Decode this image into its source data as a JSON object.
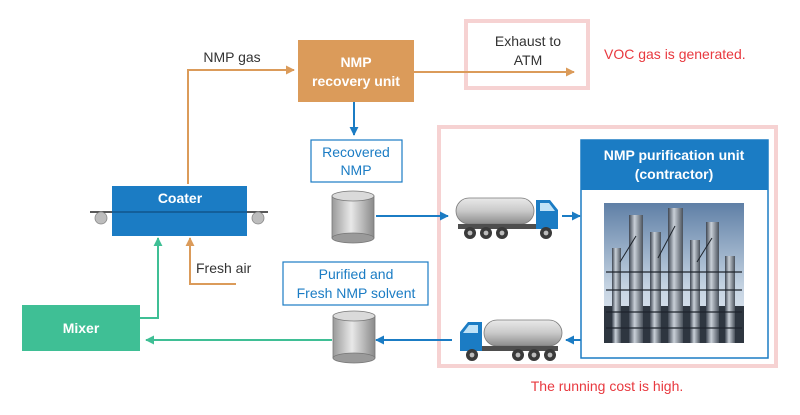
{
  "colors": {
    "orange": "#DB9B5A",
    "blue": "#1B7CC4",
    "green": "#3FBF95",
    "pink_frame": "#F6D2D2",
    "alert_red": "#E8393F",
    "text_dark": "#333333"
  },
  "labels": {
    "nmp_gas": "NMP gas",
    "nmp_recovery_unit": [
      "NMP",
      "recovery unit"
    ],
    "exhaust": [
      "Exhaust to",
      "ATM"
    ],
    "voc_note": "VOC gas is generated.",
    "recovered_nmp": [
      "Recovered",
      "NMP"
    ],
    "purification_unit": [
      "NMP purification unit",
      "(contractor)"
    ],
    "coater": "Coater",
    "fresh_air": "Fresh air",
    "purified_solvent": [
      "Purified and",
      "Fresh NMP solvent"
    ],
    "mixer": "Mixer",
    "cost_note": "The running cost is high."
  },
  "icons": {
    "drum_top": "storage-drum-icon",
    "drum_bottom": "storage-drum-icon",
    "truck_top": "tanker-truck-icon",
    "truck_bottom": "tanker-truck-icon",
    "plant_photo": "distillation-plant-photo"
  }
}
